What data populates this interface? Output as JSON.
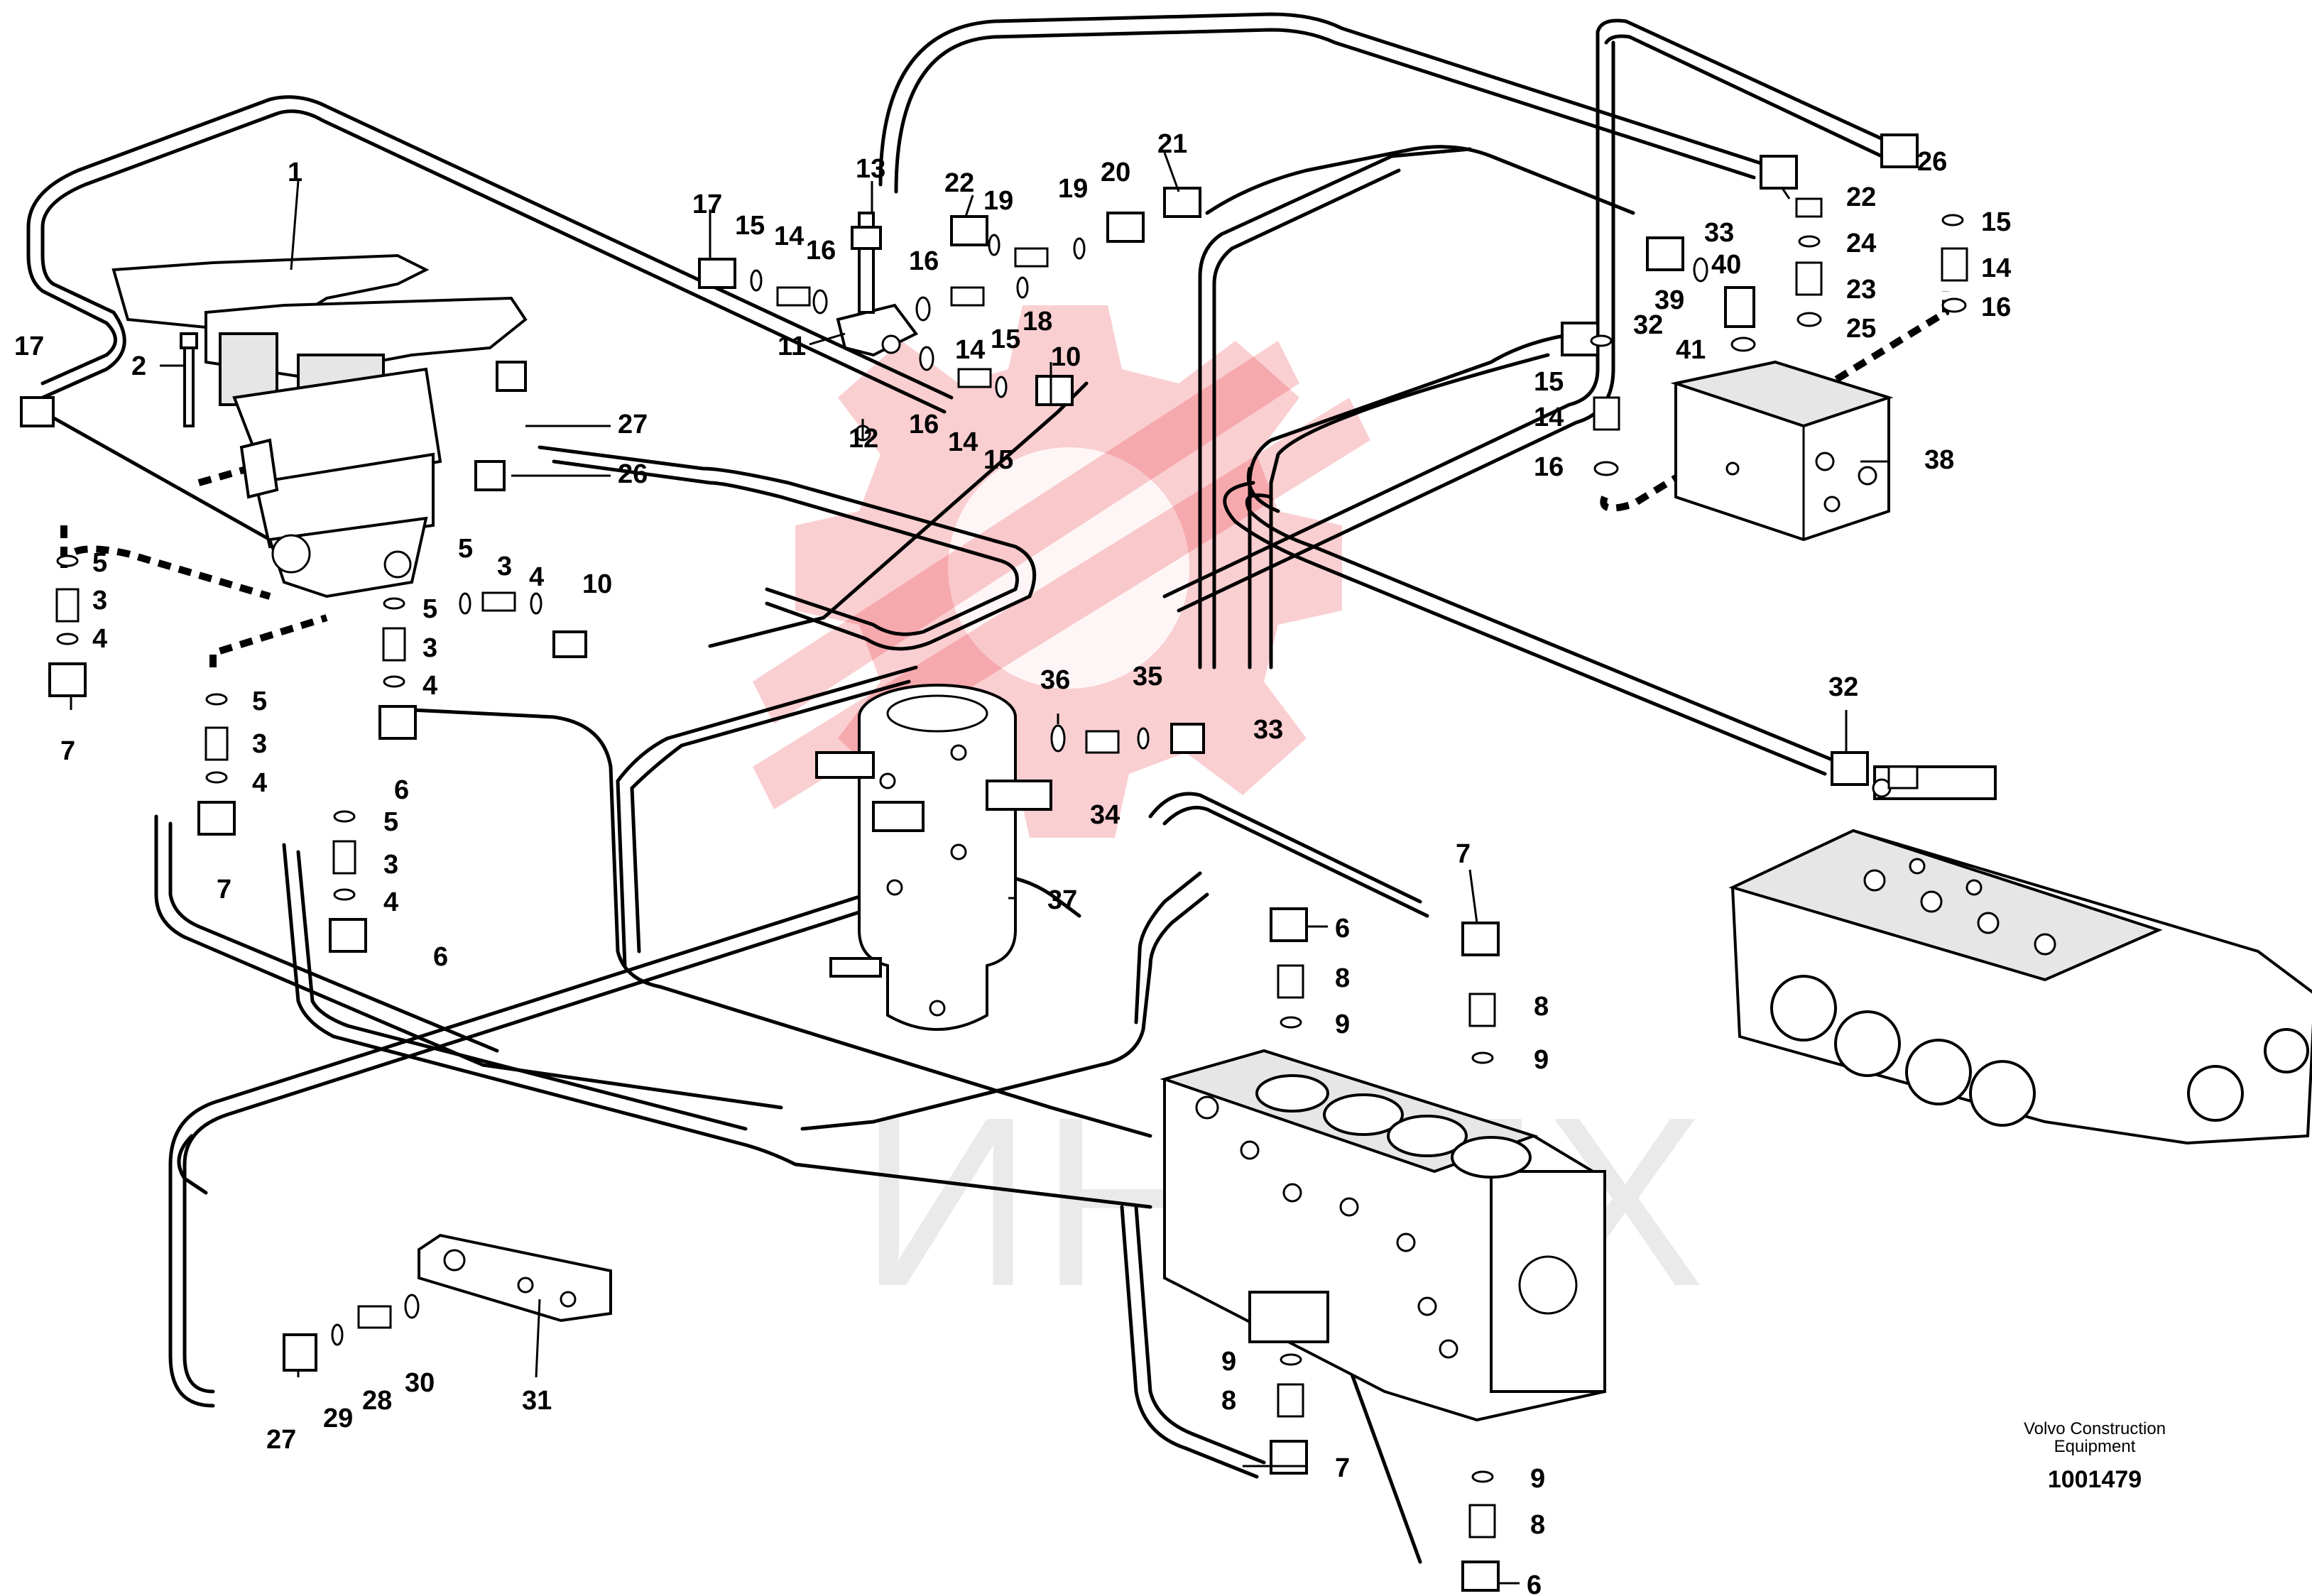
{
  "footer": {
    "brand_line1": "Volvo Construction",
    "brand_line2": "Equipment",
    "doc_number": "1001479"
  },
  "watermark": {
    "text": "ИНТЕХ",
    "color": "#e8262c"
  },
  "callouts": {
    "c1": "1",
    "c2": "2",
    "c3": "3",
    "c4": "4",
    "c5": "5",
    "c6": "6",
    "c7": "7",
    "c8": "8",
    "c9": "9",
    "c10": "10",
    "c11": "11",
    "c12": "12",
    "c13": "13",
    "c14": "14",
    "c15": "15",
    "c16": "16",
    "c17": "17",
    "c18": "18",
    "c19": "19",
    "c20": "20",
    "c21": "21",
    "c22": "22",
    "c23": "23",
    "c24": "24",
    "c25": "25",
    "c26": "26",
    "c27": "27",
    "c28": "28",
    "c29": "29",
    "c30": "30",
    "c31": "31",
    "c32": "32",
    "c33": "33",
    "c34": "34",
    "c35": "35",
    "c36": "36",
    "c37": "37",
    "c38": "38",
    "c39": "39",
    "c40": "40",
    "c41": "41"
  }
}
